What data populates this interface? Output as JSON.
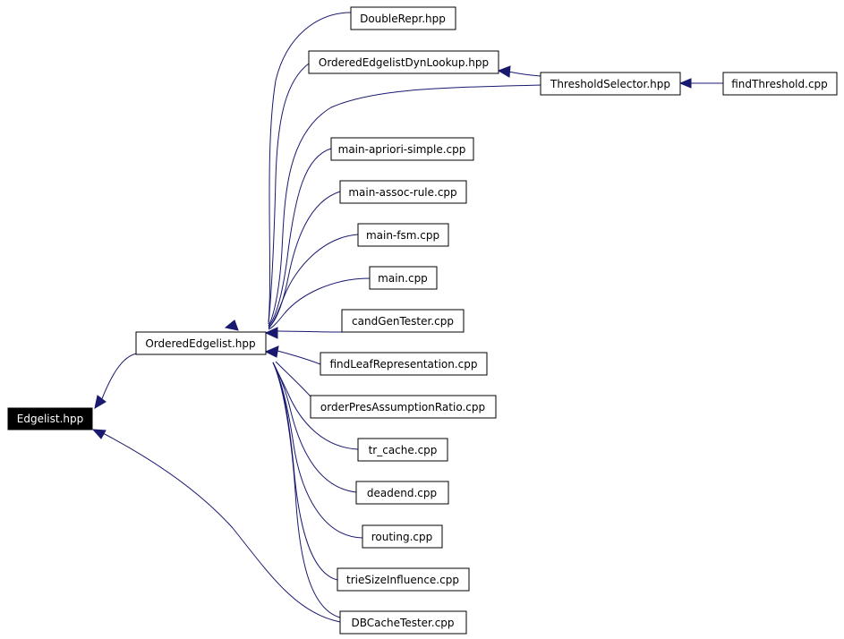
{
  "diagram": {
    "edge_color": "#191970",
    "root_fill": "#000000",
    "nodes": [
      {
        "id": "edgelist",
        "label": "Edgelist.hpp",
        "root": true
      },
      {
        "id": "orderededgelist",
        "label": "OrderedEdgelist.hpp"
      },
      {
        "id": "doublerepr",
        "label": "DoubleRepr.hpp"
      },
      {
        "id": "dynlookup",
        "label": "OrderedEdgelistDynLookup.hpp"
      },
      {
        "id": "thresholdselector",
        "label": "ThresholdSelector.hpp"
      },
      {
        "id": "findthreshold",
        "label": "findThreshold.cpp"
      },
      {
        "id": "apriori",
        "label": "main-apriori-simple.cpp"
      },
      {
        "id": "assocrule",
        "label": "main-assoc-rule.cpp"
      },
      {
        "id": "fsm",
        "label": "main-fsm.cpp"
      },
      {
        "id": "main",
        "label": "main.cpp"
      },
      {
        "id": "candgen",
        "label": "candGenTester.cpp"
      },
      {
        "id": "findleaf",
        "label": "findLeafRepresentation.cpp"
      },
      {
        "id": "orderpres",
        "label": "orderPresAssumptionRatio.cpp"
      },
      {
        "id": "trcache",
        "label": "tr_cache.cpp"
      },
      {
        "id": "deadend",
        "label": "deadend.cpp"
      },
      {
        "id": "routing",
        "label": "routing.cpp"
      },
      {
        "id": "triesize",
        "label": "trieSizeInfluence.cpp"
      },
      {
        "id": "dbcache",
        "label": "DBCacheTester.cpp"
      }
    ],
    "edges": [
      {
        "from": "orderededgelist",
        "to": "edgelist"
      },
      {
        "from": "dbcache",
        "to": "edgelist"
      },
      {
        "from": "doublerepr",
        "to": "orderededgelist"
      },
      {
        "from": "dynlookup",
        "to": "orderededgelist"
      },
      {
        "from": "thresholdselector",
        "to": "orderededgelist"
      },
      {
        "from": "thresholdselector",
        "to": "dynlookup"
      },
      {
        "from": "findthreshold",
        "to": "thresholdselector"
      },
      {
        "from": "apriori",
        "to": "orderededgelist"
      },
      {
        "from": "assocrule",
        "to": "orderededgelist"
      },
      {
        "from": "fsm",
        "to": "orderededgelist"
      },
      {
        "from": "main",
        "to": "orderededgelist"
      },
      {
        "from": "candgen",
        "to": "orderededgelist"
      },
      {
        "from": "findleaf",
        "to": "orderededgelist"
      },
      {
        "from": "orderpres",
        "to": "orderededgelist"
      },
      {
        "from": "trcache",
        "to": "orderededgelist"
      },
      {
        "from": "deadend",
        "to": "orderededgelist"
      },
      {
        "from": "routing",
        "to": "orderededgelist"
      },
      {
        "from": "triesize",
        "to": "orderededgelist"
      },
      {
        "from": "dbcache",
        "to": "orderededgelist"
      }
    ]
  }
}
